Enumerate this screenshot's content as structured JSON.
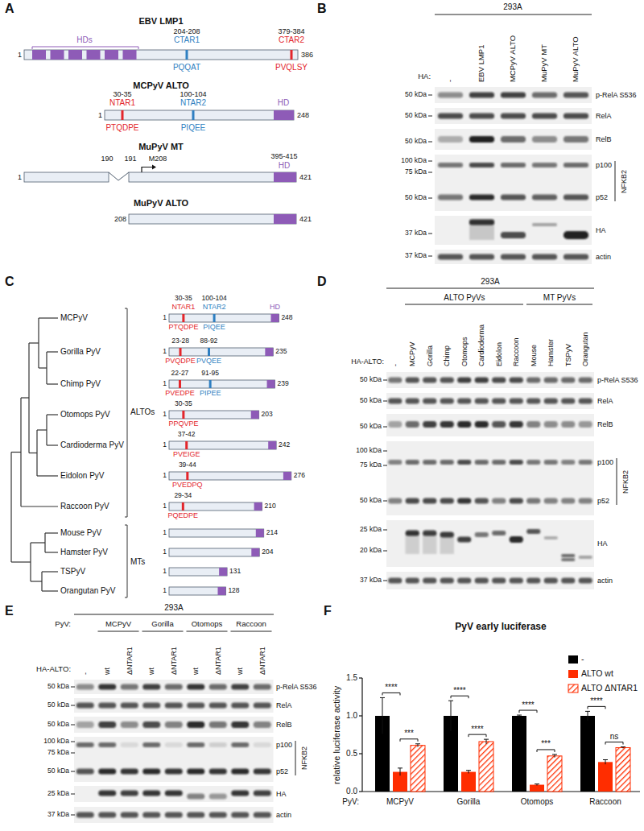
{
  "diagram": {
    "labels": [
      "A",
      "EBV LMP1",
      "204-208",
      "379-384",
      "HDs",
      "CTAR1",
      "CTAR2",
      "1",
      "386",
      "PQQAT",
      "PVQLSY",
      "MCPyV ALTO",
      "30-35",
      "100-104",
      "NTAR1",
      "NTAR2",
      "HD",
      "1",
      "248",
      "PTQDPE",
      "PIQEE",
      "MuPyV MT",
      "190",
      "191",
      "M208",
      "395-415",
      "HD",
      "1",
      "421",
      "MuPyV ALTO",
      "208",
      "421",
      "B",
      "293A",
      "HA:",
      "-",
      "EBV LMP1",
      "MCPyV ALTO",
      "MuPyV MT",
      "MuPyV ALTO",
      "p-RelA S536",
      "RelA",
      "RelB",
      "p100",
      "p52",
      "NFKB2",
      "HA",
      "actin",
      "50 kDa",
      "50 kDa",
      "50 kDa",
      "100 kDa",
      "75 kDa",
      "50 kDa",
      "37 kDa",
      "37 kDa",
      "C",
      "MCPyV",
      "Gorilla PyV",
      "Chimp PyV",
      "Otomops PyV",
      "Cardioderma PyV",
      "Eidolon PyV",
      "Raccoon PyV",
      "Mouse PyV",
      "Hamster PyV",
      "TSPyV",
      "Orangutan PyV",
      "ALTOs",
      "MTs",
      "30-35",
      "100-104",
      "NTAR1",
      "NTAR2",
      "HD",
      "1",
      "248",
      "PTQDPE",
      "PIQEE",
      "23-28",
      "88-92",
      "1",
      "235",
      "PVQDPE",
      "PVQEE",
      "22-27",
      "91-95",
      "1",
      "239",
      "PVEDPE",
      "PIPEE",
      "30-35",
      "1",
      "203",
      "PPQVPE",
      "37-42",
      "1",
      "242",
      "PVEIGE",
      "39-44",
      "1",
      "276",
      "PVEDPQ",
      "29-34",
      "1",
      "210",
      "PQEDPE",
      "1",
      "214",
      "1",
      "204",
      "1",
      "131",
      "1",
      "128",
      "D",
      "293A",
      "ALTO PyVs",
      "MT PyVs",
      "HA-ALTO:",
      "-",
      "MCPyV",
      "Gorilla",
      "Chimp",
      "Otomops",
      "Cardioderma",
      "Eidolon",
      "Raccoon",
      "Mouse",
      "Hamster",
      "TSPyV",
      "Orangutan",
      "p-RelA S536",
      "RelA",
      "RelB",
      "p100",
      "p52",
      "NFKB2",
      "HA",
      "actin",
      "50 kDa",
      "50 kDa",
      "50 kDa",
      "100 kDa",
      "75 kDa",
      "50 kDa",
      "25 kDa",
      "20 kDa",
      "37 kDa",
      "E",
      "293A",
      "PyV:",
      "MCPyV",
      "Gorilla",
      "Otomops",
      "Raccoon",
      "HA-ALTO:",
      "-",
      "wt",
      "ΔNTAR1",
      "wt",
      "ΔNTAR1",
      "wt",
      "ΔNTAR1",
      "wt",
      "ΔNTAR1",
      "p-RelA S536",
      "RelA",
      "RelB",
      "p100",
      "p52",
      "NFKB2",
      "HA",
      "actin",
      "50 kDa",
      "50 kDa",
      "50 kDa",
      "100 kDa",
      "75 kDa",
      "50 kDa",
      "25 kDa",
      "37 kDa",
      "F",
      "PyV early luciferase",
      "relative luciferase activity",
      "1.5",
      "1.0",
      "0.5",
      "0.0",
      "PyV:",
      "MCPyV",
      "Gorilla",
      "Otomops",
      "Raccoon",
      "****",
      "***",
      "****",
      "****",
      "****",
      "***",
      "****",
      "ns"
    ],
    "legend": [
      {
        "text": "-",
        "color": "#000000"
      },
      {
        "text": "ALTO wt",
        "color": "#ff2d00"
      },
      {
        "text": "ALTO ΔNTAR1"
      }
    ]
  }
}
